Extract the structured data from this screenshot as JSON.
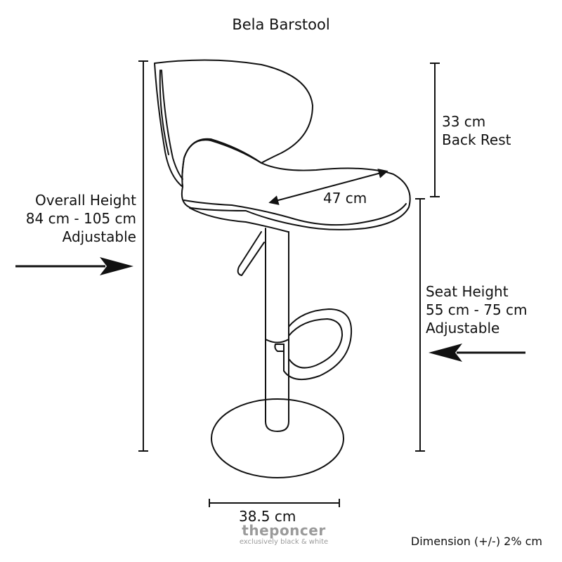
{
  "title": "Bela Barstool",
  "overall_height": {
    "line1": "Overall Height",
    "line2": "84 cm - 105 cm",
    "line3": "Adjustable"
  },
  "back_rest": {
    "line1": "33 cm",
    "line2": "Back Rest"
  },
  "seat_width": "47 cm",
  "seat_height": {
    "line1": "Seat Height",
    "line2": "55 cm - 75 cm",
    "line3": "Adjustable"
  },
  "base_width": "38.5 cm",
  "tolerance_note": "Dimension (+/-) 2% cm",
  "watermark": {
    "name": "theponcer",
    "tagline": "exclusively black & white"
  },
  "colors": {
    "line": "#111111",
    "watermark": "#9a9a9a",
    "background": "#ffffff"
  }
}
